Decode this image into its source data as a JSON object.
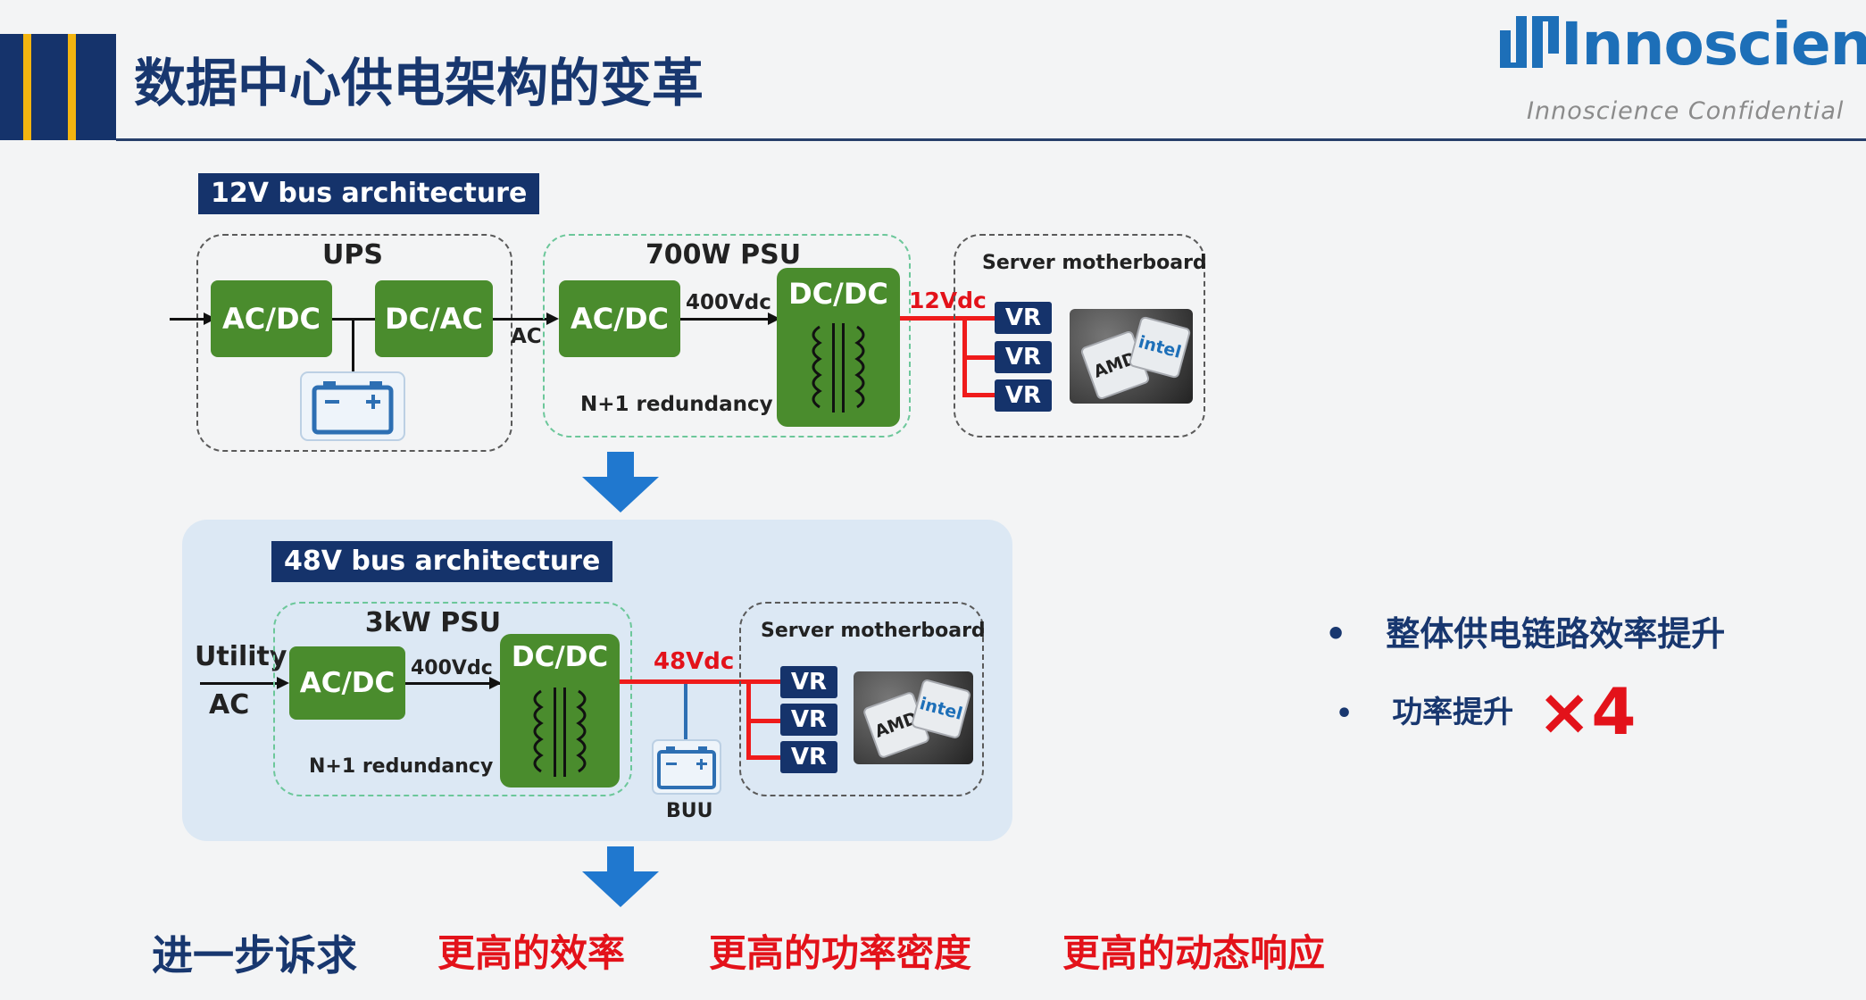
{
  "header": {
    "title": "数据中心供电架构的变革",
    "logo_text": "Innoscience",
    "confidential": "Innoscience  Confidential"
  },
  "arch12": {
    "label": "12V bus architecture",
    "ups_label": "UPS",
    "acdc1": "AC/DC",
    "dcac": "DC/AC",
    "ac_label": "AC",
    "psu_label": "700W PSU",
    "acdc2": "AC/DC",
    "vdc400": "400Vdc",
    "dcdc": "DC/DC",
    "redundancy": "N+1 redundancy",
    "bus": "12Vdc",
    "mb_label": "Server motherboard",
    "vr": [
      "VR",
      "VR",
      "VR"
    ],
    "chip_amd": "AMD",
    "chip_intel": "intel"
  },
  "arch48": {
    "label": "48V bus architecture",
    "utility": "Utility",
    "ac": "AC",
    "psu_label": "3kW PSU",
    "acdc": "AC/DC",
    "vdc400": "400Vdc",
    "dcdc": "DC/DC",
    "redundancy": "N+1 redundancy",
    "bus": "48Vdc",
    "buu": "BUU",
    "mb_label": "Server motherboard",
    "vr": [
      "VR",
      "VR",
      "VR"
    ],
    "chip_amd": "AMD",
    "chip_intel": "intel"
  },
  "bullets": {
    "b1": "整体供电链路效率提升",
    "b2": "功率提升",
    "x4": "×4"
  },
  "bottom": {
    "lead": "进一步诉求",
    "items": [
      "更高的效率",
      "更高的功率密度",
      "更高的动态响应"
    ]
  },
  "colors": {
    "navy": "#15336b",
    "green": "#4a8c2d",
    "red": "#e3121a",
    "blue_arrow": "#2078cf",
    "panel": "#dce8f4"
  }
}
